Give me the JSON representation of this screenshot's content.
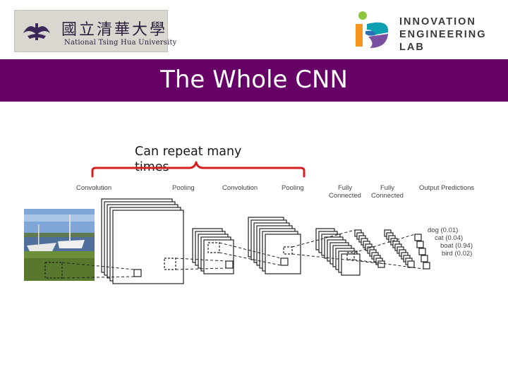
{
  "slide": {
    "title": "The Whole CNN",
    "annotation": "Can repeat many times",
    "colors": {
      "title_bar": "#660066",
      "brace": "#d42020",
      "title_text": "#ffffff"
    }
  },
  "logos": {
    "nthu": {
      "chinese": "國立清華大學",
      "english": "National Tsing Hua University"
    },
    "iel": {
      "line1": "INNOVATION",
      "line2": "ENGINEERING",
      "line3": "LAB"
    }
  },
  "diagram": {
    "layer_labels": [
      "Convolution",
      "Pooling",
      "Convolution",
      "Pooling",
      "Fully Connected",
      "Fully Connected",
      "Output Predictions"
    ],
    "outputs": [
      {
        "label": "dog",
        "prob": "0.01"
      },
      {
        "label": "cat",
        "prob": "0.04"
      },
      {
        "label": "boat",
        "prob": "0.94"
      },
      {
        "label": "bird",
        "prob": "0.02"
      }
    ]
  }
}
